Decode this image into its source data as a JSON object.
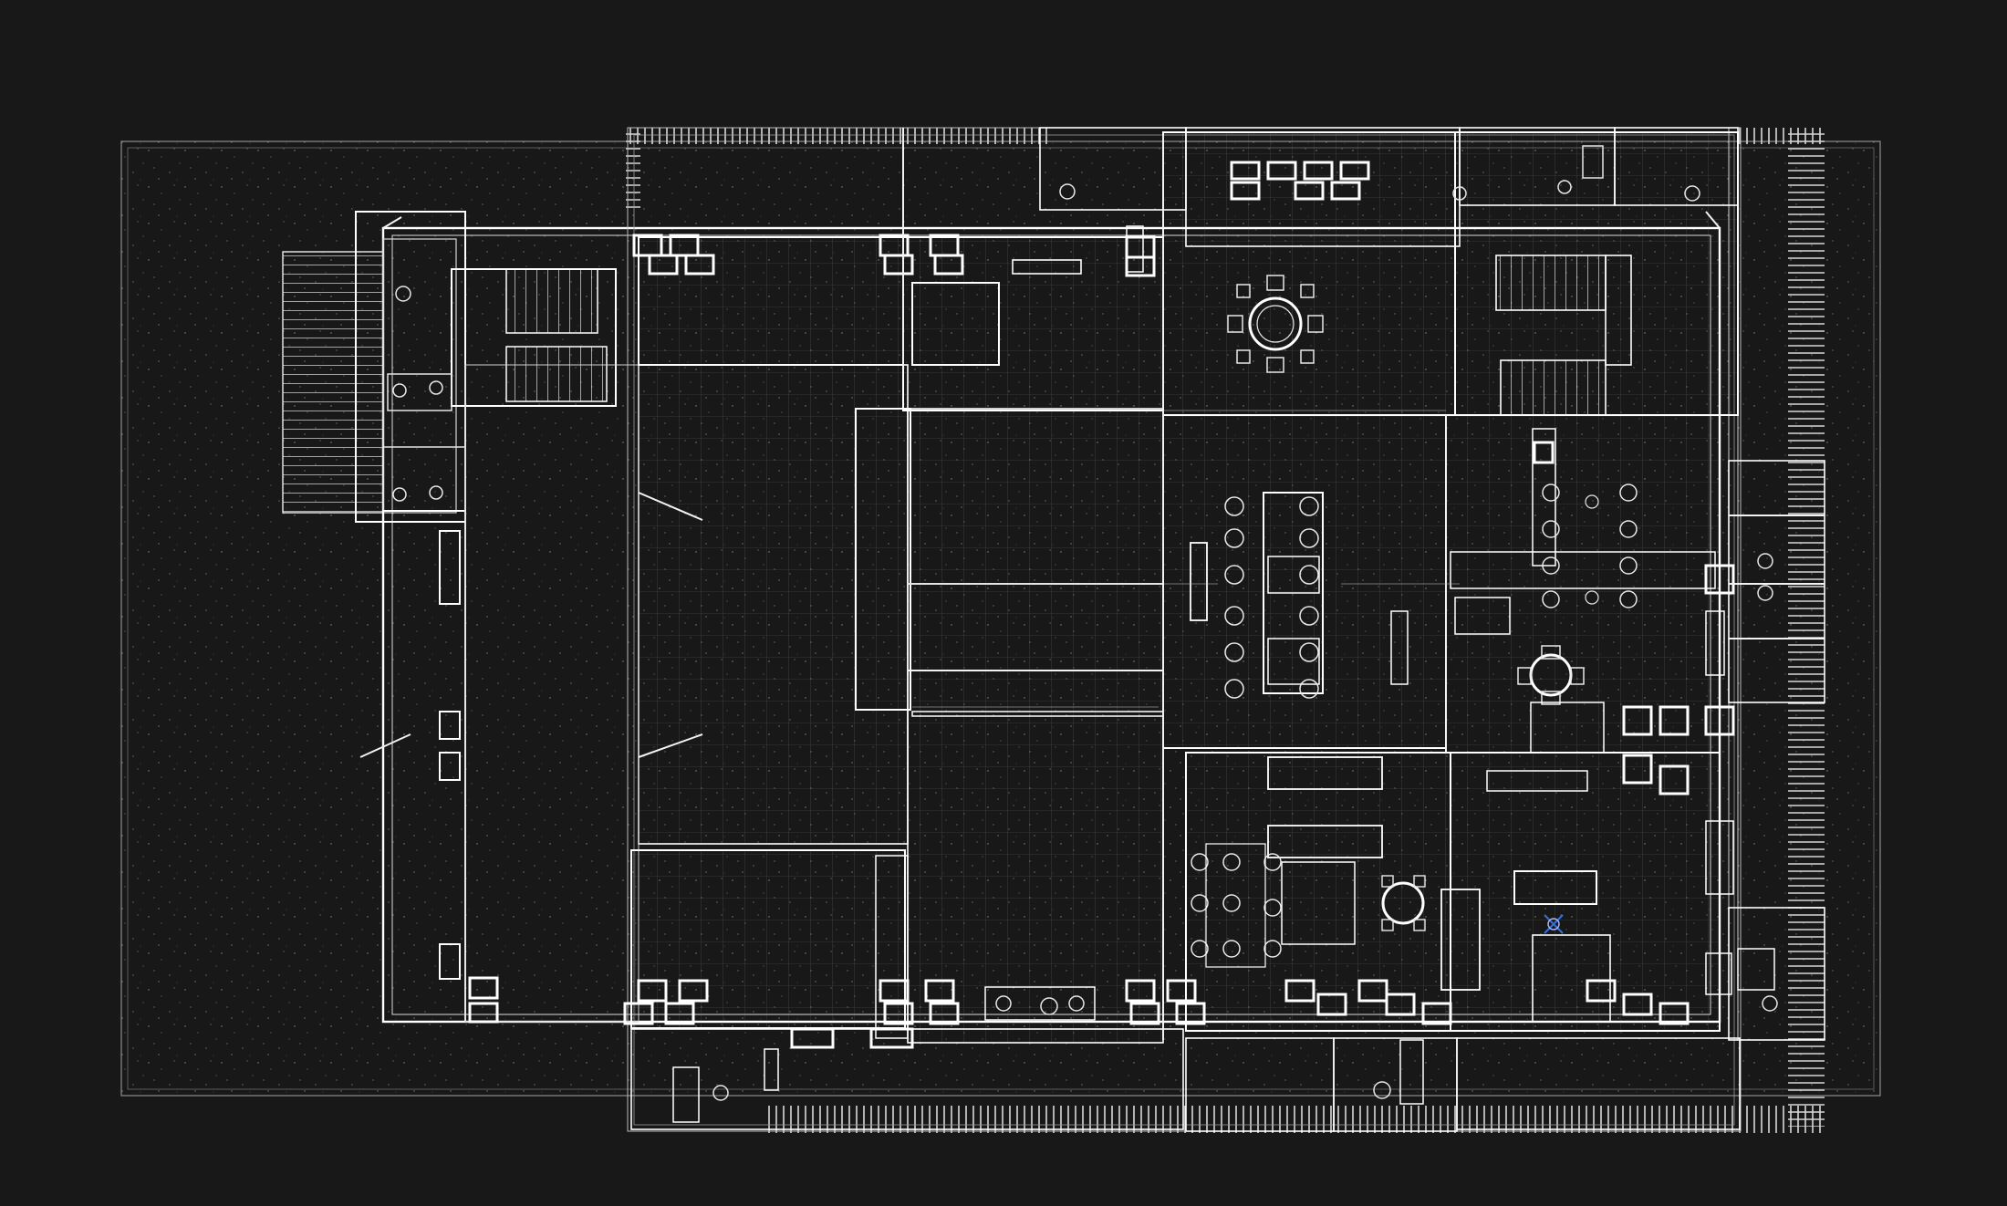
{
  "viewer": {
    "background": "#181818",
    "line_color": "#ffffff",
    "accent_color": "#3a6fd8",
    "mode": "wireframe"
  },
  "model": {
    "type": "floor-plan",
    "view": "top-down"
  },
  "icons": {
    "cursor": "gizmo-icon"
  }
}
